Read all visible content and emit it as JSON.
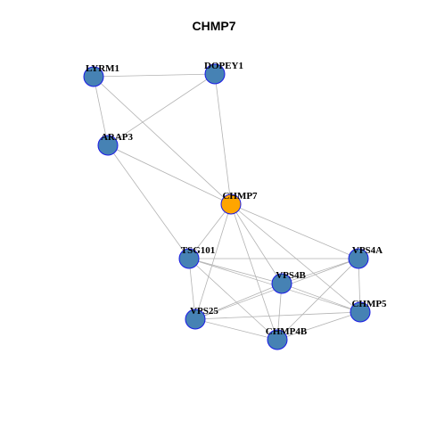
{
  "title": "CHMP7",
  "colors": {
    "node_default": "#4682b4",
    "node_center": "#ffa500",
    "node_border": "#1a1ae6",
    "edge": "#b3b3b3"
  },
  "nodes": [
    {
      "id": "LYRM1",
      "label": "LYRM1",
      "center": false
    },
    {
      "id": "DOPEY1",
      "label": "DOPEY1",
      "center": false
    },
    {
      "id": "ARAP3",
      "label": "ARAP3",
      "center": false
    },
    {
      "id": "CHMP7",
      "label": "CHMP7",
      "center": true
    },
    {
      "id": "TSG101",
      "label": "TSG101",
      "center": false
    },
    {
      "id": "VPS4A",
      "label": "VPS4A",
      "center": false
    },
    {
      "id": "VPS4B",
      "label": "VPS4B",
      "center": false
    },
    {
      "id": "CHMP5",
      "label": "CHMP5",
      "center": false
    },
    {
      "id": "VPS25",
      "label": "VPS25",
      "center": false
    },
    {
      "id": "CHMP4B",
      "label": "CHMP4B",
      "center": false
    }
  ],
  "edges": [
    [
      "LYRM1",
      "DOPEY1"
    ],
    [
      "LYRM1",
      "ARAP3"
    ],
    [
      "LYRM1",
      "CHMP7"
    ],
    [
      "DOPEY1",
      "ARAP3"
    ],
    [
      "DOPEY1",
      "CHMP7"
    ],
    [
      "ARAP3",
      "CHMP7"
    ],
    [
      "ARAP3",
      "TSG101"
    ],
    [
      "CHMP7",
      "TSG101"
    ],
    [
      "CHMP7",
      "VPS4A"
    ],
    [
      "CHMP7",
      "VPS4B"
    ],
    [
      "CHMP7",
      "CHMP5"
    ],
    [
      "CHMP7",
      "VPS25"
    ],
    [
      "CHMP7",
      "CHMP4B"
    ],
    [
      "TSG101",
      "VPS4A"
    ],
    [
      "TSG101",
      "VPS4B"
    ],
    [
      "TSG101",
      "CHMP5"
    ],
    [
      "TSG101",
      "VPS25"
    ],
    [
      "TSG101",
      "CHMP4B"
    ],
    [
      "VPS4A",
      "VPS4B"
    ],
    [
      "VPS4A",
      "CHMP5"
    ],
    [
      "VPS4A",
      "VPS25"
    ],
    [
      "VPS4A",
      "CHMP4B"
    ],
    [
      "VPS4B",
      "CHMP5"
    ],
    [
      "VPS4B",
      "VPS25"
    ],
    [
      "VPS4B",
      "CHMP4B"
    ],
    [
      "CHMP5",
      "VPS25"
    ],
    [
      "CHMP5",
      "CHMP4B"
    ],
    [
      "VPS25",
      "CHMP4B"
    ]
  ]
}
